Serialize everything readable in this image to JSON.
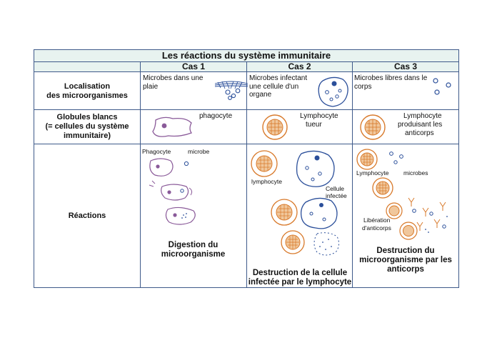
{
  "title": "Les réactions du système immunitaire",
  "columns": [
    "Cas 1",
    "Cas 2",
    "Cas 3"
  ],
  "rows": {
    "localisation": {
      "label_line1": "Localisation",
      "label_line2": "des microorganismes",
      "cas1": "Microbes dans une plaie",
      "cas2": "Microbes infectant une cellule d'un organe",
      "cas3": "Microbes libres dans le corps"
    },
    "globules": {
      "label_line1": "Globules blancs",
      "label_line2": "(= cellules du système",
      "label_line3": "immunitaire)",
      "cas1": "phagocyte",
      "cas2_line1": "Lymphocyte",
      "cas2_line2": "tueur",
      "cas3_line1": "Lymphocyte",
      "cas3_line2": "produisant les",
      "cas3_line3": "anticorps"
    },
    "reactions": {
      "label": "Réactions",
      "cas1_label_phagocyte": "Phagocyte",
      "cas1_label_microbe": "microbe",
      "cas1_caption_line1": "Digestion du",
      "cas1_caption_line2": "microorganisme",
      "cas2_label_lymphocyte": "lymphocyte",
      "cas2_label_cellule_1": "Cellule",
      "cas2_label_cellule_2": "infectée",
      "cas2_caption_line1": "Destruction  de la cellule",
      "cas2_caption_line2": "infectée par le lymphocyte",
      "cas3_label_lymphocyte": "Lymphocyte",
      "cas3_label_microbes": "microbes",
      "cas3_label_liberation_1": "Libération",
      "cas3_label_liberation_2": "d'anticorps",
      "cas3_caption_line1": "Destruction  du",
      "cas3_caption_line2": "microorganisme par les",
      "cas3_caption_line3": "anticorps"
    }
  },
  "colors": {
    "border": "#3f5a8a",
    "header_bg": "#e8f3f0",
    "phagocyte": "#8a5a99",
    "lymphocyte": "#d8792a",
    "microbe": "#2b4f9a"
  }
}
